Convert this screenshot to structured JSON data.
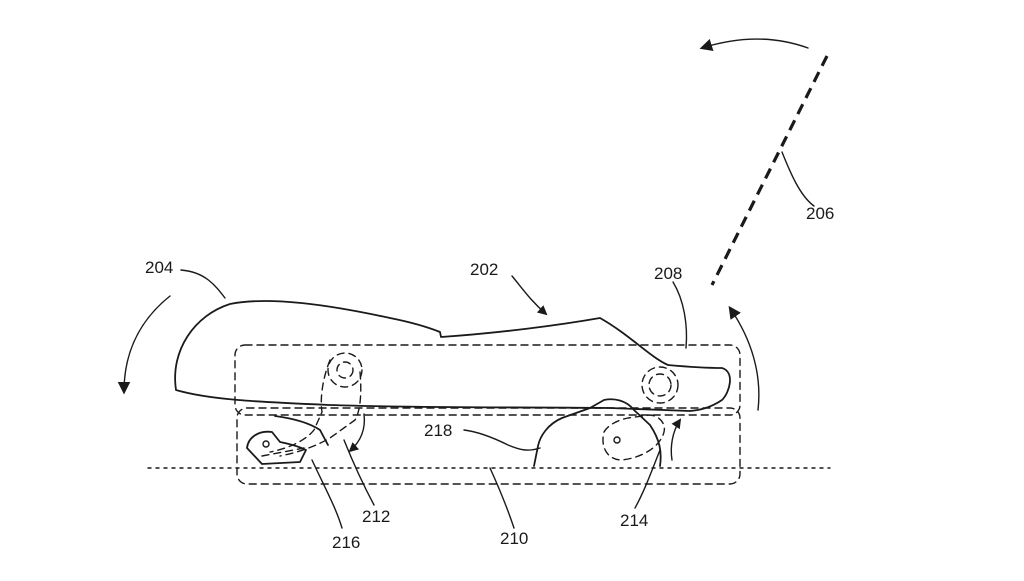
{
  "diagram": {
    "labels": {
      "seat_assembly": "202",
      "seat_cushion": "204",
      "seat_back": "206",
      "housing_outline": "208",
      "floor": "210",
      "front_link": "212",
      "rear_link": "214",
      "front_latch": "216",
      "rear_bracket": "218"
    },
    "stroke_color": "#1a1a1a",
    "background_color": "#ffffff"
  }
}
